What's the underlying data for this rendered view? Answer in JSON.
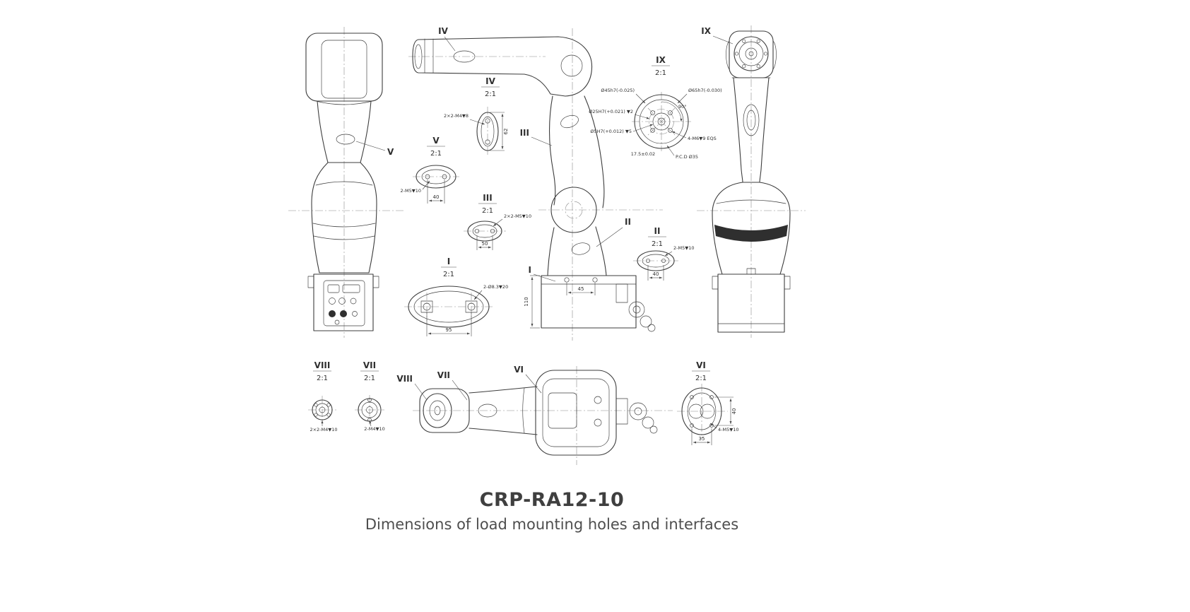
{
  "title": "CRP-RA12-10",
  "subtitle": "Dimensions of load mounting holes and interfaces",
  "details": {
    "i": {
      "num": "I",
      "scale": "2:1",
      "note": "2-Ø8.3▼20",
      "dim": "95"
    },
    "ii": {
      "num": "II",
      "scale": "2:1",
      "note": "2-M5▼10",
      "dim": "40"
    },
    "iii": {
      "num": "III",
      "scale": "2:1",
      "note": "2×2-M5▼10",
      "dim": "50"
    },
    "iv": {
      "num": "IV",
      "scale": "2:1",
      "note": "2×2-M4▼8",
      "dim": "62"
    },
    "v": {
      "num": "V",
      "scale": "2:1",
      "note": "2-M5▼10",
      "dim": "40"
    },
    "vi": {
      "num": "VI",
      "scale": "2:1",
      "note": "4-M5▼10",
      "dim_w": "35",
      "dim_h": "40"
    },
    "vii": {
      "num": "VII",
      "scale": "2:1",
      "note": "2-M4▼10"
    },
    "viii": {
      "num": "VIII",
      "scale": "2:1",
      "note": "2×2-M4▼10"
    },
    "ix": {
      "num": "IX",
      "scale": "2:1"
    }
  },
  "flange": {
    "d45": "Ø45h7(-0.025)",
    "d65": "Ø65h7(-0.030)",
    "d25": "Ø25H7(+0.021) ▼2",
    "d5": "Ø5H7(+0.012) ▼5",
    "bolts": "4-M6▼9 EQS",
    "depth": "17.5±0.02",
    "pcd": "P.C.D Ø35",
    "angle": "90°"
  },
  "dims": {
    "base_height": "110",
    "hole_spacing": "45"
  }
}
